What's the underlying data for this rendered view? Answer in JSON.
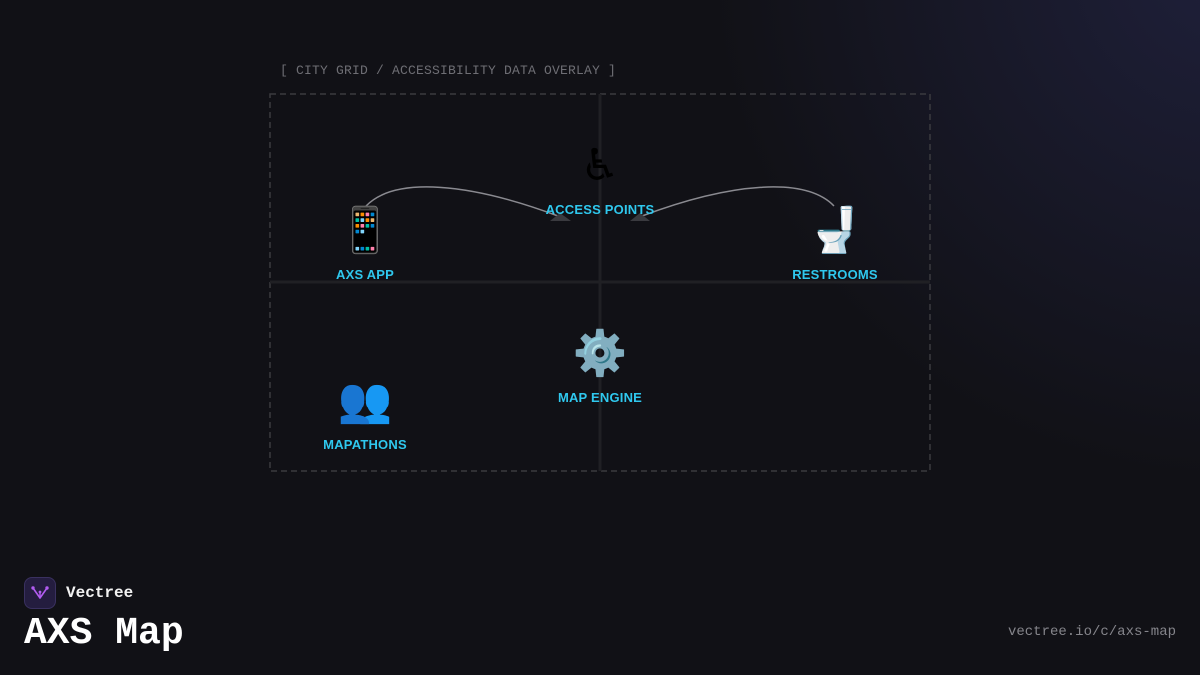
{
  "overlay_caption": "[ CITY GRID / ACCESSIBILITY DATA OVERLAY ]",
  "nodes": [
    {
      "id": "axs-app",
      "label": "AXS APP",
      "icon": "mobile-phone-icon",
      "glyph": "📱"
    },
    {
      "id": "access-points",
      "label": "ACCESS POINTS",
      "icon": "wheelchair-icon",
      "glyph": "♿"
    },
    {
      "id": "restrooms",
      "label": "RESTROOMS",
      "icon": "toilet-icon",
      "glyph": "🚽"
    },
    {
      "id": "map-engine",
      "label": "MAP ENGINE",
      "icon": "gear-icon",
      "glyph": "⚙️"
    },
    {
      "id": "mapathons",
      "label": "MAPATHONS",
      "icon": "people-icon",
      "glyph": "👥"
    }
  ],
  "edges": [
    {
      "from": "axs-app",
      "to": "access-points"
    },
    {
      "from": "restrooms",
      "to": "access-points"
    }
  ],
  "colors": {
    "background": "#111116",
    "node_label": "#2fc8ee",
    "edge": "#8a8a90",
    "grid_border": "#3a3a3f",
    "brand_logo": "#b15cf0"
  },
  "brand": {
    "name": "Vectree",
    "logo_icon": "vectree-logo-icon"
  },
  "title": "AXS Map",
  "url": "vectree.io/c/axs-map"
}
